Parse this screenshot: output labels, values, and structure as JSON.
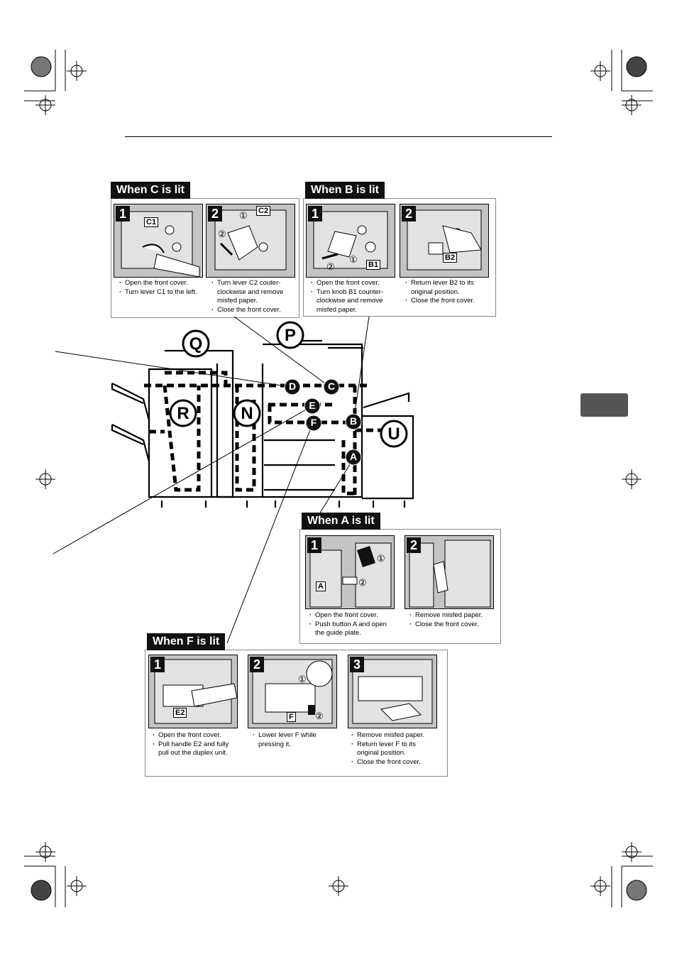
{
  "sections": {
    "c": {
      "title": "When C is lit",
      "steps": [
        {
          "num": "1",
          "label": "C1",
          "bullets": [
            "Open the front cover.",
            "Turn lever C1 to the left."
          ]
        },
        {
          "num": "2",
          "label": "C2",
          "bullets": [
            "Turn lever C2 couter-clockwise and remove misfed paper.",
            "Close the front cover."
          ]
        }
      ]
    },
    "b": {
      "title": "When B is lit",
      "steps": [
        {
          "num": "1",
          "label": "B1",
          "bullets": [
            "Open the front cover.",
            "Turn knob B1 counter-clockwise and remove misfed paper."
          ]
        },
        {
          "num": "2",
          "label": "B2",
          "bullets": [
            "Return lever B2 to its original position.",
            "Close the front cover."
          ]
        }
      ]
    },
    "a": {
      "title": "When A is lit",
      "steps": [
        {
          "num": "1",
          "label": "A",
          "bullets": [
            "Open the front cover.",
            "Push button A and open the guide plate."
          ]
        },
        {
          "num": "2",
          "bullets": [
            "Remove misfed paper.",
            "Close the front cover."
          ]
        }
      ]
    },
    "f": {
      "title": "When F is lit",
      "steps": [
        {
          "num": "1",
          "label": "E2",
          "bullets": [
            "Open the front cover.",
            "Pull handle E2 and fully pull out the duplex unit."
          ]
        },
        {
          "num": "2",
          "label": "F",
          "bullets": [
            "Lower lever F while pressing it."
          ]
        },
        {
          "num": "3",
          "bullets": [
            "Remove misfed paper.",
            "Return lever F to its original position.",
            "Close the front cover."
          ]
        }
      ]
    }
  },
  "machine": {
    "markers": [
      "A",
      "B",
      "C",
      "D",
      "E",
      "F"
    ],
    "units": [
      "P",
      "Q",
      "R",
      "N",
      "U"
    ]
  },
  "step_marks": [
    "①",
    "②"
  ]
}
